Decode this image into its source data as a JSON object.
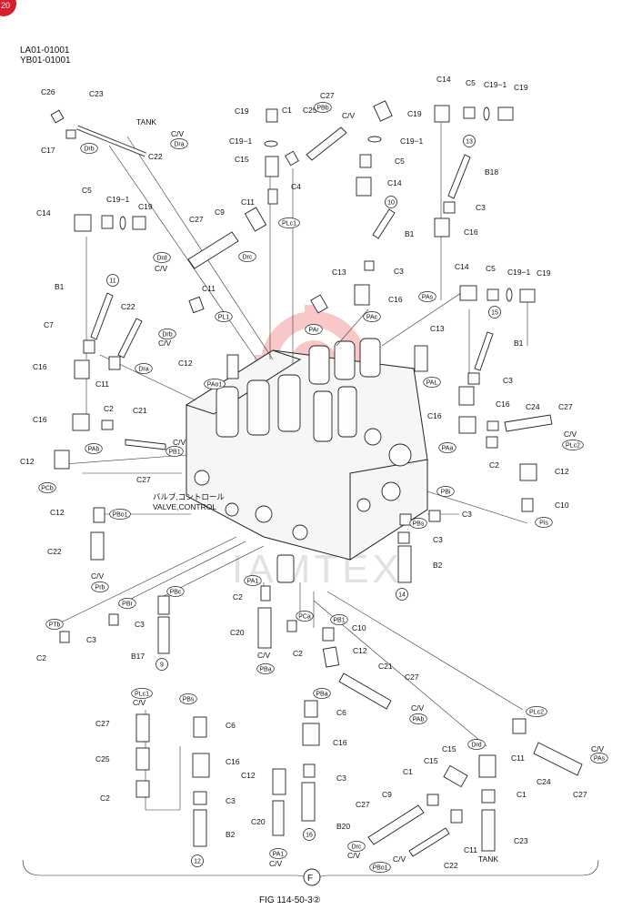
{
  "header": {
    "line1": "LA01-01001",
    "line2": "YB01-01001"
  },
  "corner_badge": "20",
  "valve_label": {
    "jp": "バルブ,コントロール",
    "en": "VALVE,CONTROL"
  },
  "footer": {
    "caption": "FIG 114-50-3②",
    "circle_letter": "F"
  },
  "watermark": {
    "text": "IAMTEX",
    "color": "#e8383d"
  },
  "colors": {
    "line": "#222222",
    "watermark": "#e8383d",
    "badge": "#d81e2a"
  },
  "labels": {
    "C26": "C26",
    "C23_top": "C23",
    "TANK_top": "TANK",
    "CV_top": "C/V",
    "C17": "C17",
    "C22_top": "C22",
    "C19_a": "C19",
    "C1_a": "C1",
    "C25_a": "C25",
    "C27_a": "C27",
    "CV_a": "C/V",
    "C19_1_a": "C19−1",
    "C15_a": "C15",
    "C4": "C4",
    "C19_b": "C19",
    "C19_1_b": "C19−1",
    "C5_b": "C5",
    "C14_b": "C14",
    "C14_c": "C14",
    "C5_c": "C5",
    "C19_1_c": "C19−1",
    "C19_c": "C19",
    "B18": "B18",
    "C3_c": "C3",
    "C16_c": "C16",
    "C5_d": "C5",
    "C14_d": "C14",
    "C19_1_d": "C19−1",
    "C19_d": "C19",
    "C11_a": "C11",
    "C27_b": "C27",
    "C9_a": "C9",
    "CV_b": "C/V",
    "B1_a": "B1",
    "C3_a": "C3",
    "C16_a": "C16",
    "C13_a": "C13",
    "C16_b": "C16",
    "B1_b": "B1",
    "C7": "C7",
    "C22_b": "C22",
    "CV_c": "C/V",
    "C11_b": "C11",
    "C16_d": "C16",
    "C12_a": "C12",
    "C11_c": "C11",
    "C14_e": "C14",
    "C5_e": "C5",
    "C19_1_e": "C19−1",
    "C19_e": "C19",
    "B1_c": "B1",
    "C3_d": "C3",
    "C16_e": "C16",
    "C13_b": "C13",
    "C16_f": "C16",
    "C2_a": "C2",
    "C21_a": "C21",
    "CV_d": "C/V",
    "C27_c": "C27",
    "C12_b": "C12",
    "C16_g": "C16",
    "C24_a": "C24",
    "C27_d": "C27",
    "CV_e": "C/V",
    "C2_b": "C2",
    "C12_c": "C12",
    "C10_a": "C10",
    "C12_d": "C12",
    "C22_c": "C22",
    "CV_f": "C/V",
    "C3_e": "C3",
    "C3_f": "C3",
    "B2_a": "B2",
    "C3_g": "C3",
    "C3_h": "C3",
    "B17": "B17",
    "C2_c": "C2",
    "C2_d": "C2",
    "C20_a": "C20",
    "CV_g": "C/V",
    "C2_e": "C2",
    "C10_b": "C10",
    "C12_e": "C12",
    "C21_b": "C21",
    "C27_e": "C27",
    "CV_h": "C/V",
    "C27_f": "C27",
    "CV_i": "C/V",
    "C25_b": "C25",
    "C2_f": "C2",
    "C6_a": "C6",
    "C16_h": "C16",
    "C3_i": "C3",
    "B2_b": "B2",
    "C6_b": "C6",
    "C16_i": "C16",
    "C12_f": "C12",
    "C3_j": "C3",
    "C20_b": "C20",
    "CV_j": "C/V",
    "B20": "B20",
    "C1_b": "C1",
    "C15_b": "C15",
    "C15_c": "C15",
    "C11_d": "C11",
    "C24_b": "C24",
    "CV_k": "C/V",
    "C27_g": "C27",
    "C27_h": "C27",
    "C9_b": "C9",
    "CV_l": "C/V",
    "C1_c": "C1",
    "C11_e": "C11",
    "C23_b": "C23",
    "TANK_b": "TANK",
    "CV_m": "C/V",
    "C22_d": "C22"
  },
  "port_ovals": {
    "Drb_top": "Drb",
    "Dra_top": "Dra",
    "Pbb": "PBb",
    "PLc1_a": "PLc1",
    "Drd": "Drd",
    "Drc": "Drc",
    "PL1": "PL1",
    "Drb_mid": "Drb",
    "Dra_mid": "Dra",
    "PAr": "PAr",
    "PAc": "PAc",
    "PAs": "PAs",
    "PAo1": "PAo1",
    "PAL": "PAL",
    "PAb": "PAb",
    "PB1": "PB1",
    "PCb": "PCb",
    "PAa": "PAa",
    "PLc2_a": "PLc2",
    "PBi": "PBi",
    "PBs": "PBs",
    "Pis": "Pis",
    "PBo1_a": "PBo1",
    "Prb": "Prb",
    "PBc": "PBc",
    "PBr": "PBr",
    "PTb": "PTb",
    "PA1_a": "PA1",
    "PBa": "PBa",
    "PCa": "PCa",
    "PB1_b": "PB1",
    "PAb_b": "PAb",
    "PBs_b": "PBs",
    "PBa_b": "PBa",
    "PLc1_b": "PLc1",
    "Drd_b": "Drd",
    "PLc2_b": "PLc2",
    "PAs_b": "PAs",
    "PA1_b": "PA1",
    "Drc_b": "Drc",
    "PBo1_b": "PBo1"
  },
  "circled_numbers": {
    "n13": "13",
    "n10": "10",
    "n11": "11",
    "n15": "15",
    "n14": "14",
    "n9": "9",
    "n16": "16",
    "n12": "12"
  }
}
